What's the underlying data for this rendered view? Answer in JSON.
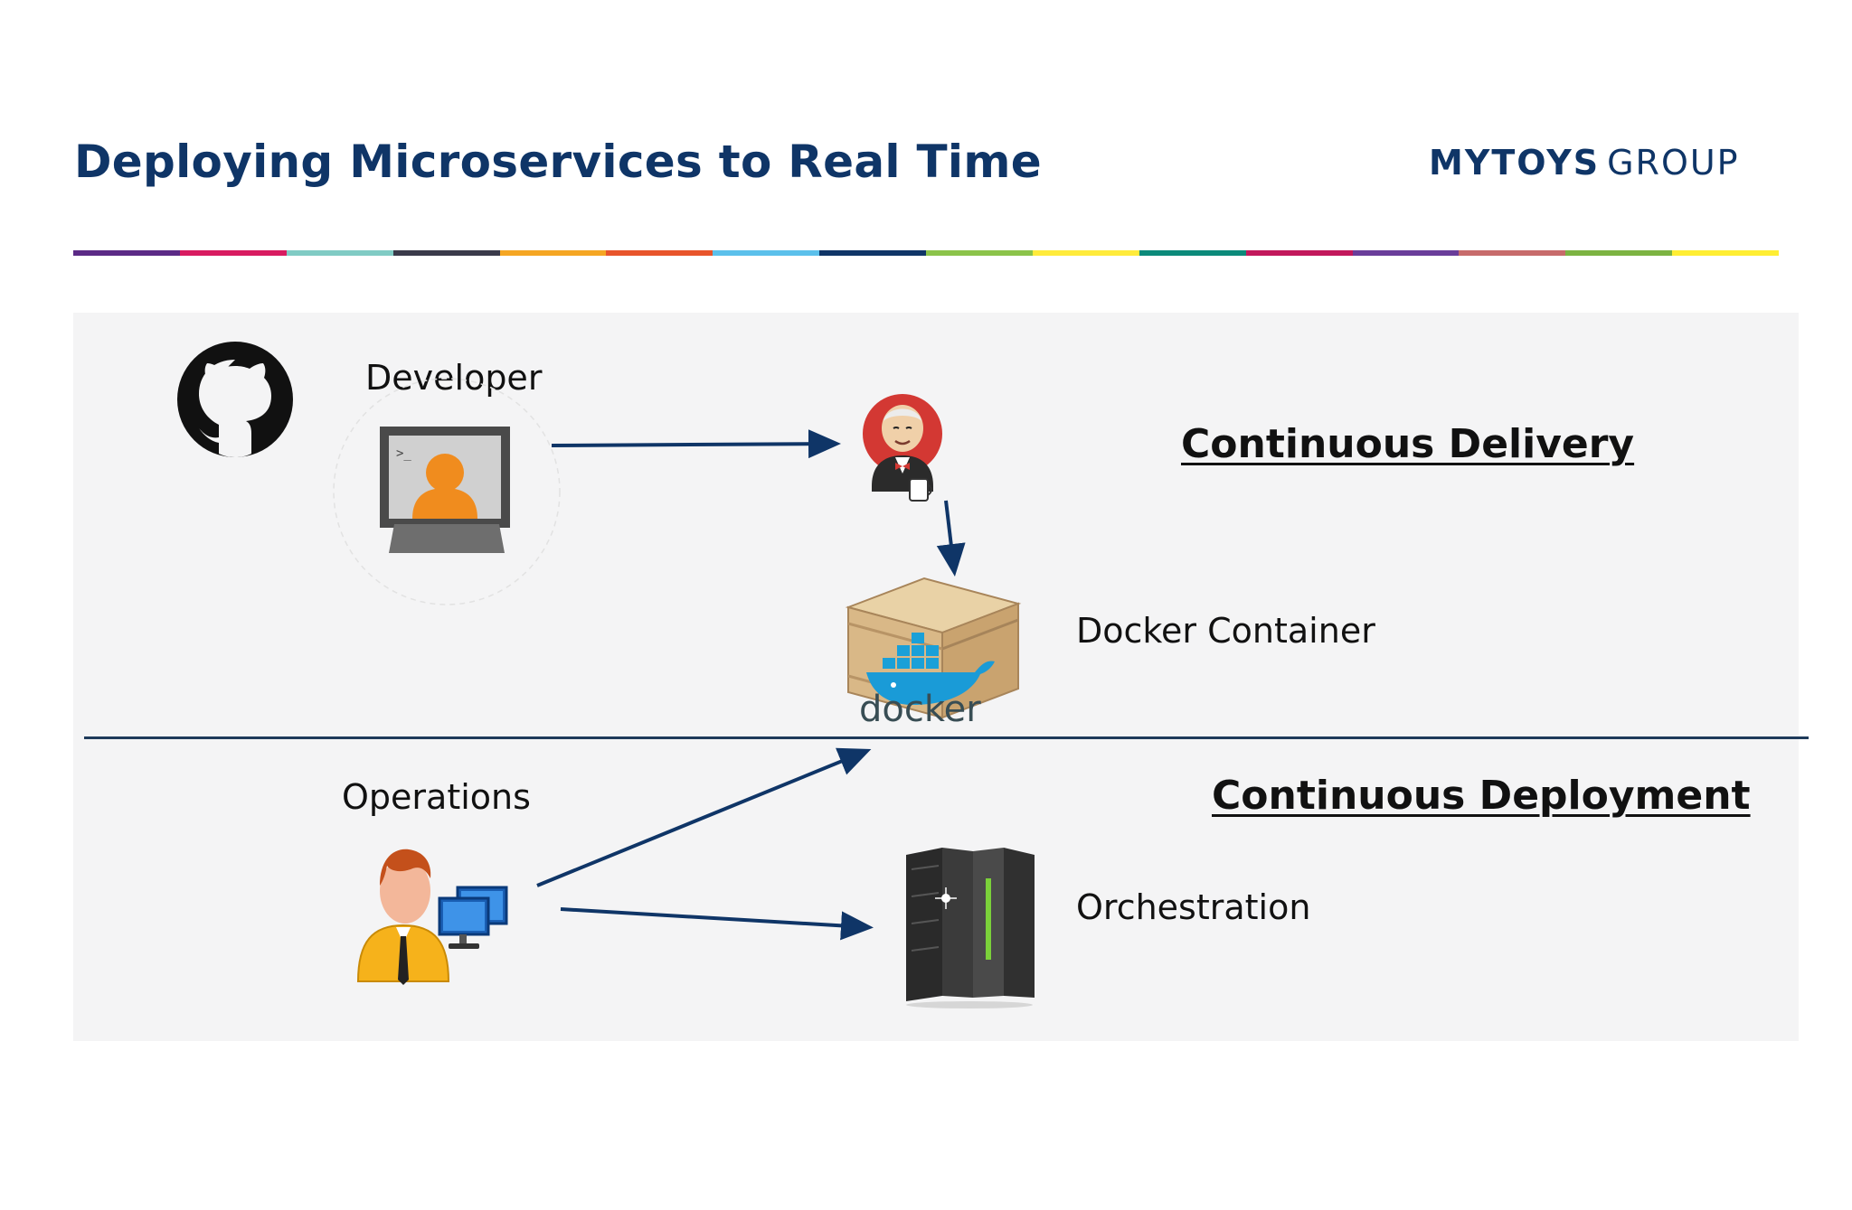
{
  "slide": {
    "title": "Deploying Microservices to Real Time",
    "logo": {
      "bold_text": "MYTOYS",
      "light_text": "GROUP"
    },
    "color_bar": [
      "#5b2a86",
      "#d81b60",
      "#80cbc4",
      "#3a3a4a",
      "#f5a623",
      "#e8542b",
      "#5bc0eb",
      "#0f3567",
      "#8bc34a",
      "#ffeb3b",
      "#0b8a7a",
      "#c2185b",
      "#6a3d9a",
      "#c76b6b",
      "#7cb342",
      "#ffee33"
    ]
  },
  "diagram": {
    "developer_label": "Developer",
    "operations_label": "Operations",
    "docker_container_label": "Docker Container",
    "orchestration_label": "Orchestration",
    "continuous_delivery": "Continuous Delivery",
    "continuous_deployment": "Continuous Deployment",
    "docker_logo_text": "docker",
    "accent_color": "#0f3567"
  }
}
